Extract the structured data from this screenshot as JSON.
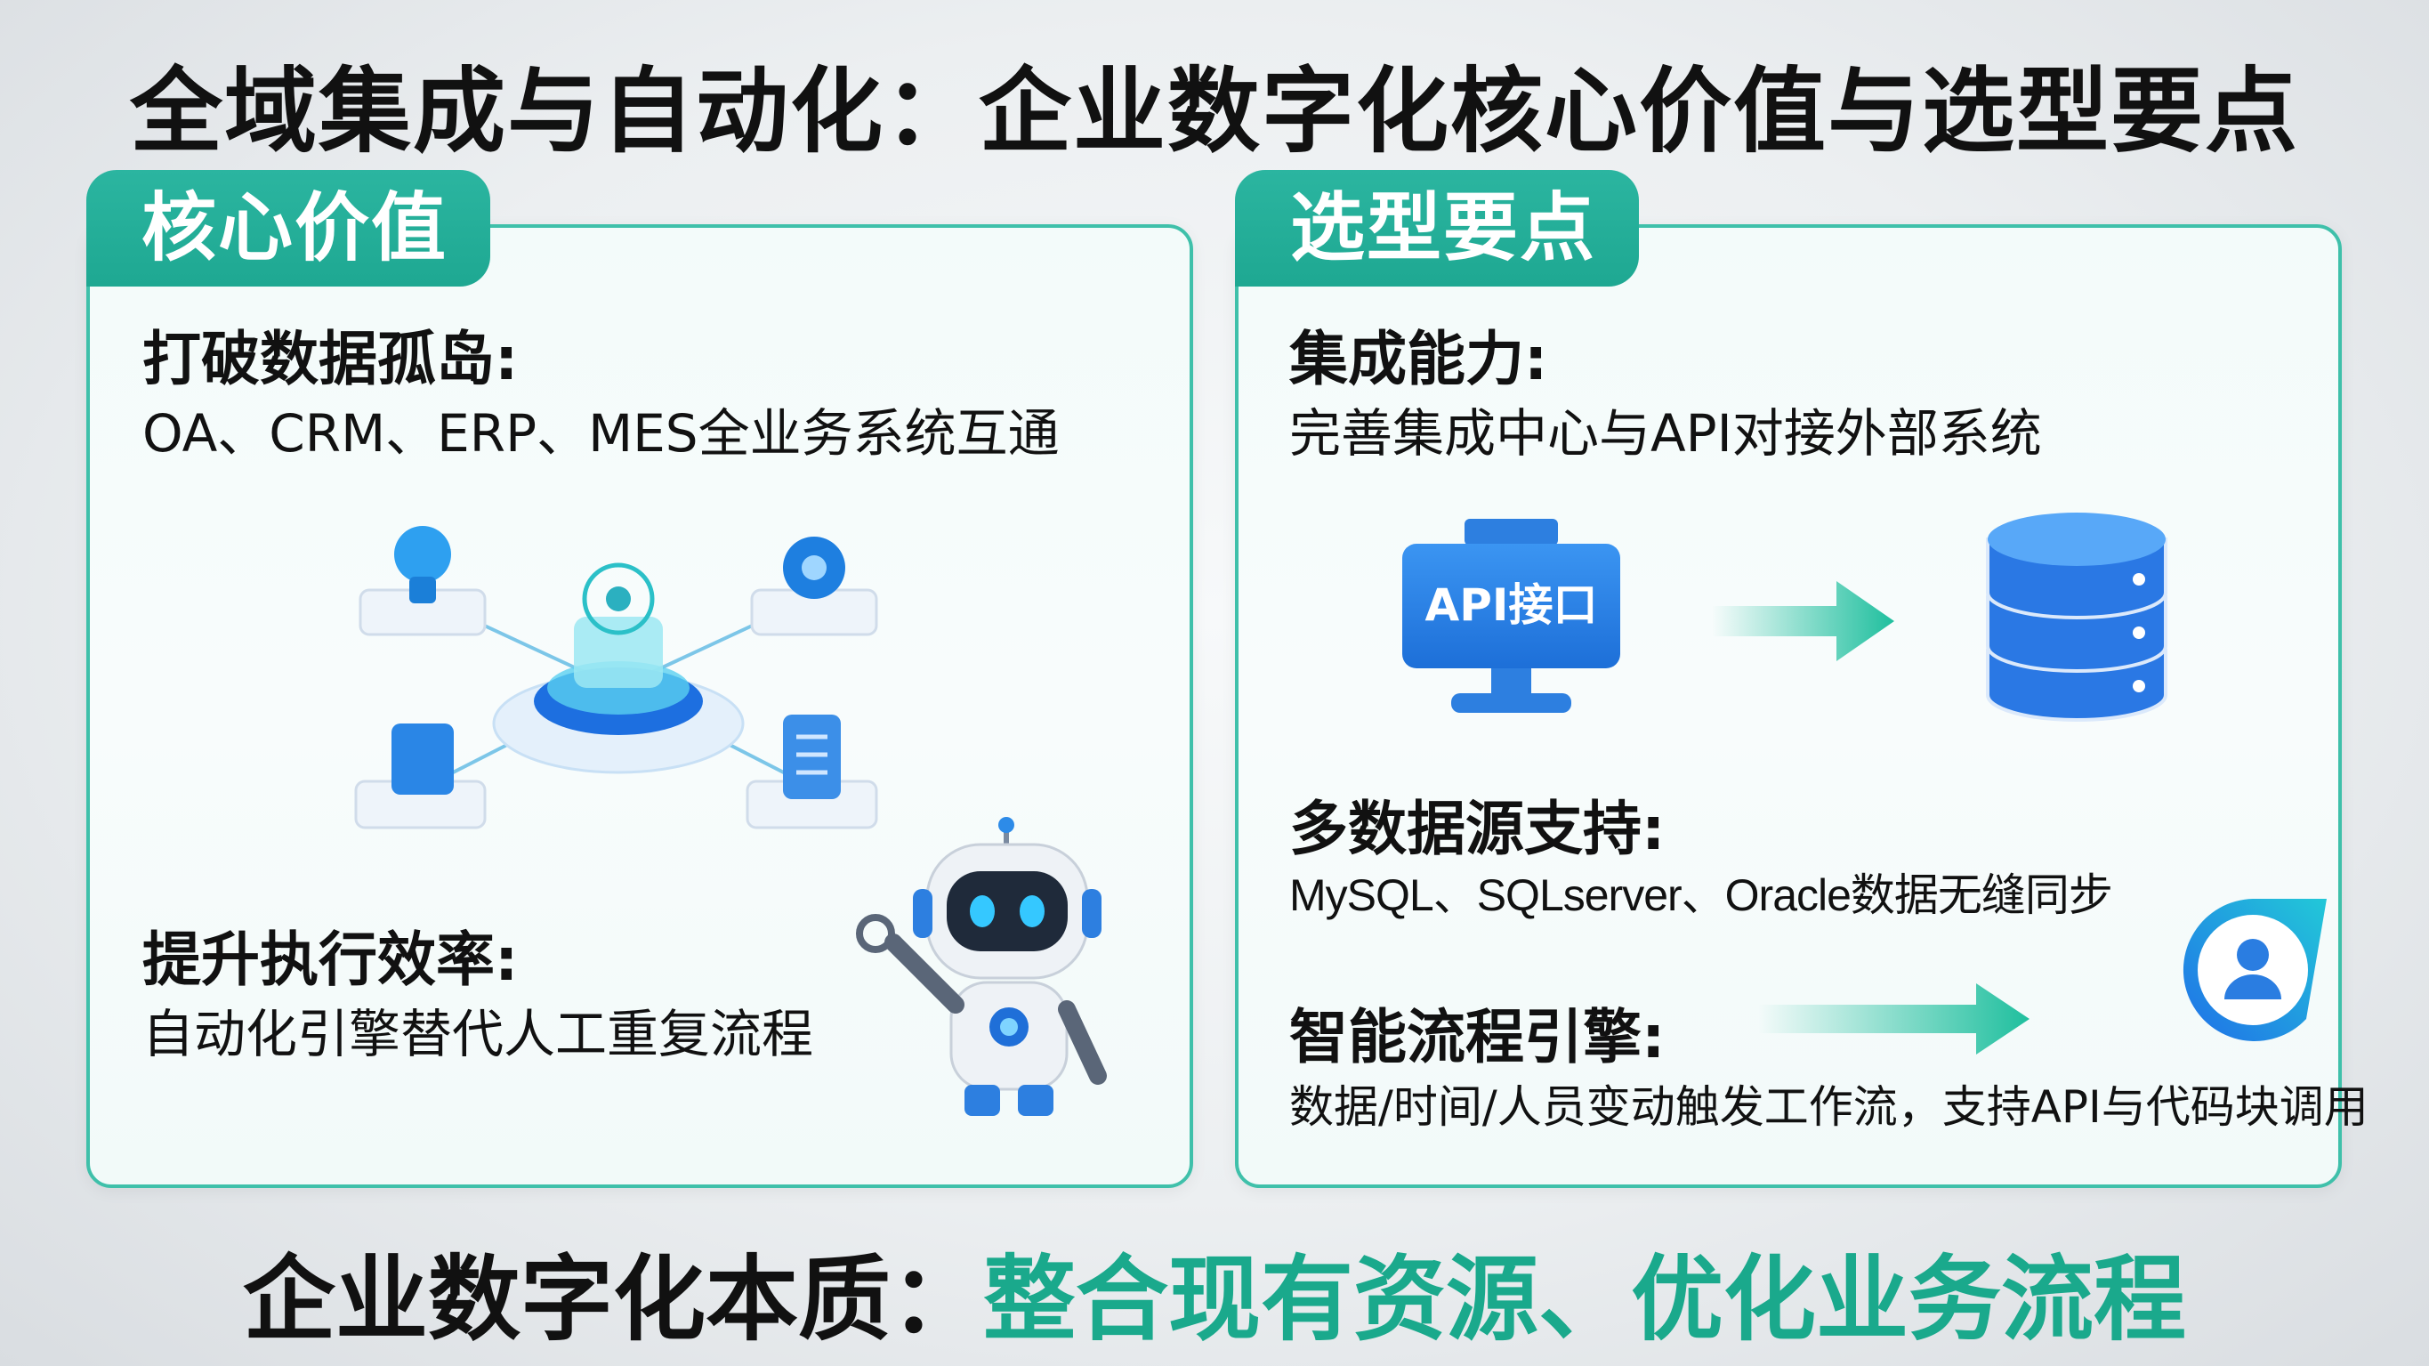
{
  "title": "全域集成与自动化：企业数字化核心价值与选型要点",
  "left": {
    "tab": "核心价值",
    "items": [
      {
        "heading": "打破数据孤岛:",
        "body": "OA、CRM、ERP、MES全业务系统互通"
      },
      {
        "heading": "提升执行效率:",
        "body": "自动化引擎替代人工重复流程"
      }
    ]
  },
  "right": {
    "tab": "选型要点",
    "items": [
      {
        "heading": "集成能力:",
        "body": "完善集成中心与API对接外部系统"
      },
      {
        "heading": "多数据源支持:",
        "body": "MySQL、SQLserver、Oracle数据无缝同步"
      },
      {
        "heading": "智能流程引擎:",
        "body": "数据/时间/人员变动触发工作流，支持API与代码块调用"
      }
    ],
    "api_label": "API接口"
  },
  "bottom": {
    "prefix": "企业数字化本质：",
    "highlight": "整合现有资源、优化业务流程"
  },
  "colors": {
    "teal": "#1ea892",
    "highlight_green": "#1aa98c",
    "blue": "#2a7de1"
  },
  "icons": [
    "hub-network-icon",
    "robot-icon",
    "api-monitor-icon",
    "arrow-right-icon",
    "database-icon",
    "user-chat-icon"
  ]
}
